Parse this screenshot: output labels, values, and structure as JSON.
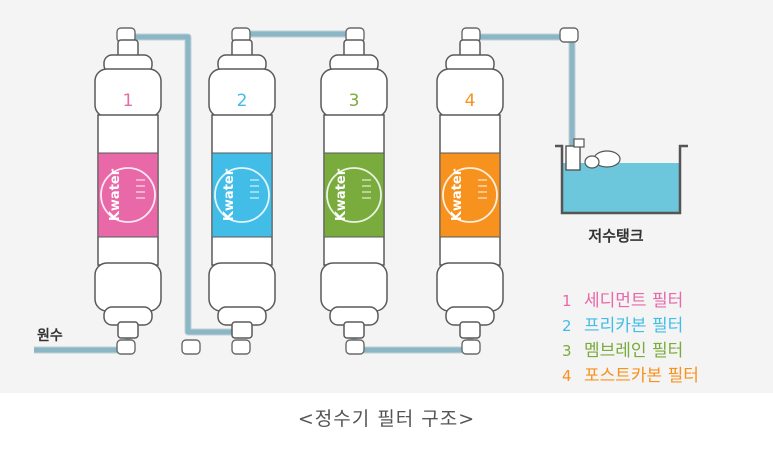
{
  "diagram": {
    "filters": [
      {
        "number": "1",
        "brand": "Kwater",
        "color": "#e868a8",
        "name": "세디먼트 필터"
      },
      {
        "number": "2",
        "brand": "Kwater",
        "color": "#42bde8",
        "name": "프리카본 필터"
      },
      {
        "number": "3",
        "brand": "Kwater",
        "color": "#79ab3d",
        "name": "멤브레인 필터"
      },
      {
        "number": "4",
        "brand": "Kwater",
        "color": "#f7921e",
        "name": "포스트카본 필터"
      }
    ],
    "inlet_label": "원수",
    "tank_label": "저수탱크",
    "pipe_color": "#8bb6c6",
    "water_color": "#6cc6dc"
  },
  "caption": "<정수기 필터 구조>"
}
